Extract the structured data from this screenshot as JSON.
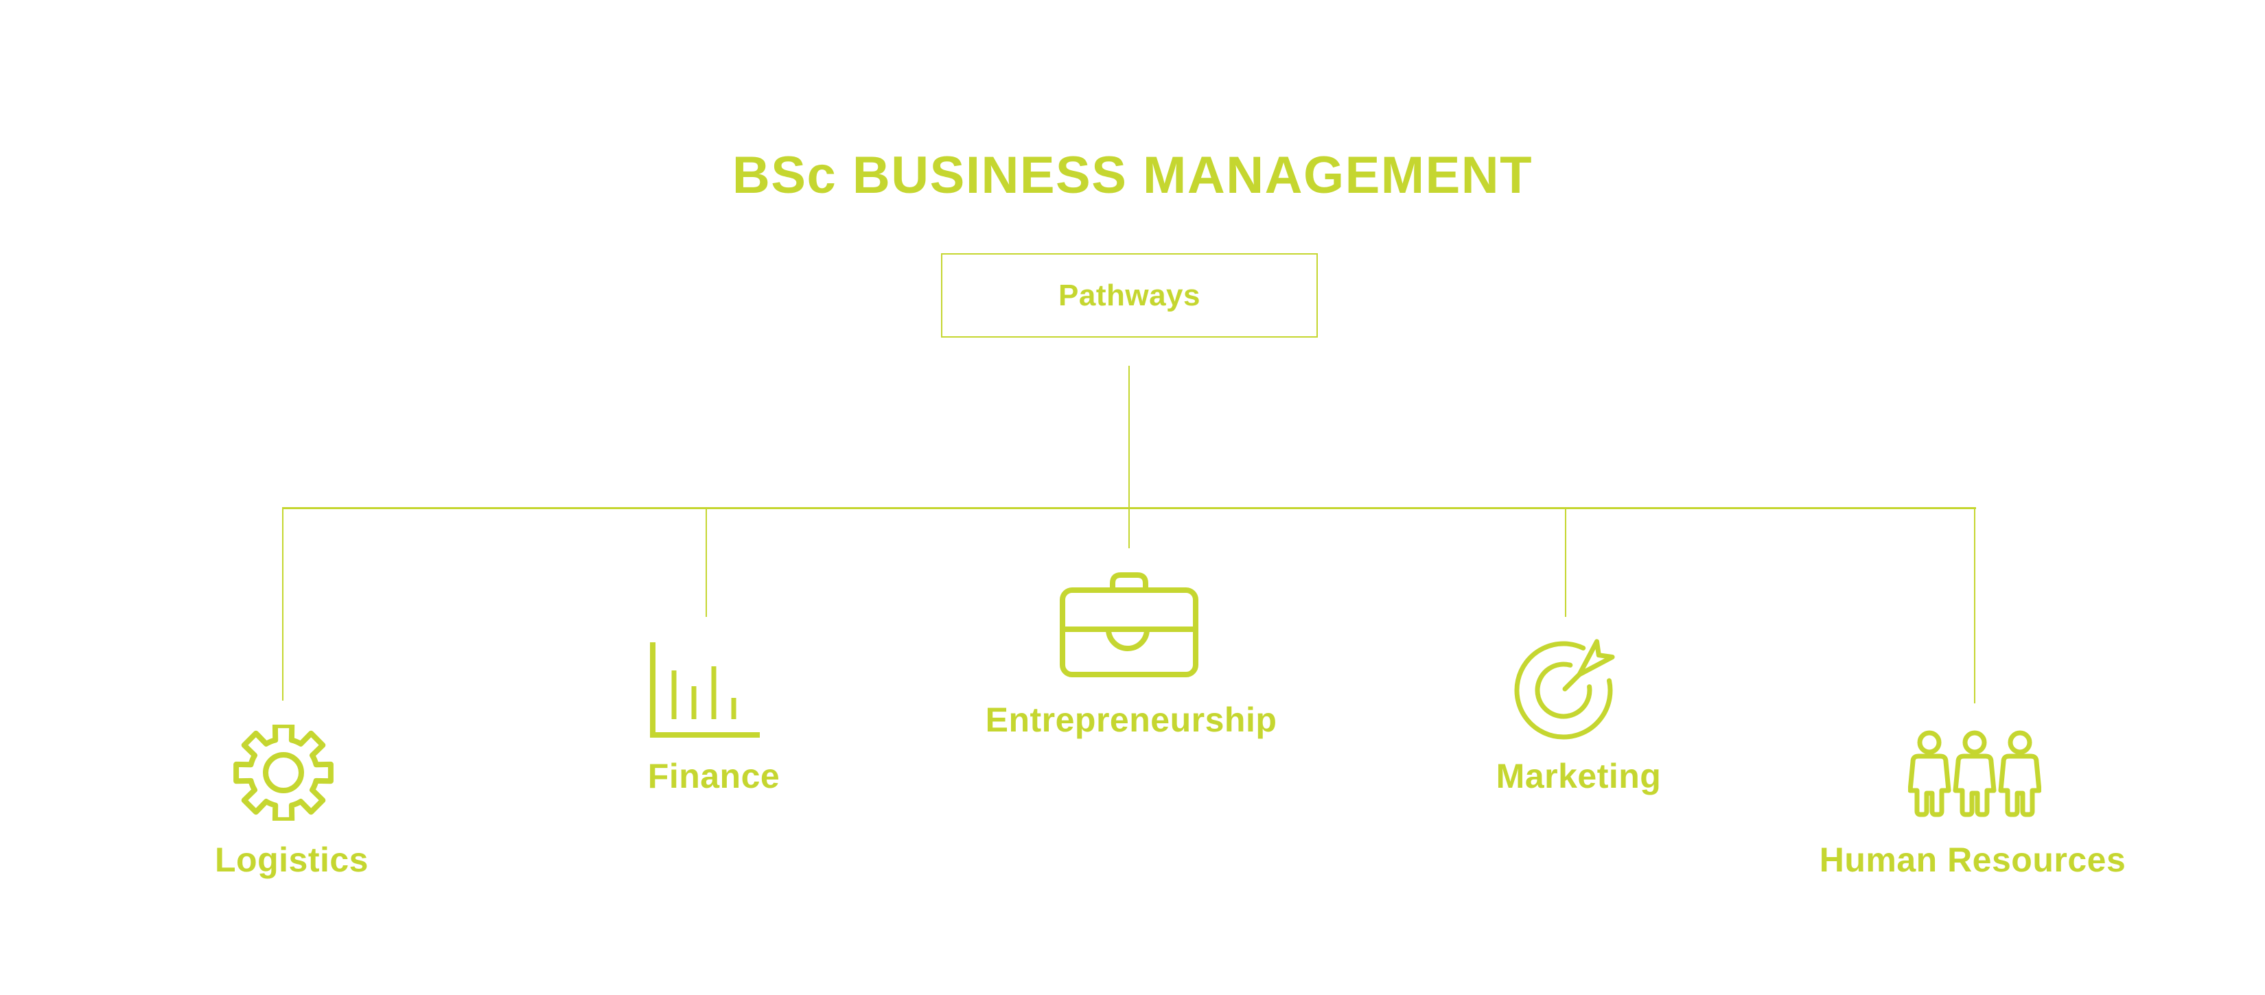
{
  "title": "BSc BUSINESS MANAGEMENT",
  "root": {
    "label": "Pathways"
  },
  "branches": [
    {
      "label": "Logistics",
      "icon": "gear-icon"
    },
    {
      "label": "Finance",
      "icon": "bar-chart-icon"
    },
    {
      "label": "Entrepreneurship",
      "icon": "briefcase-icon"
    },
    {
      "label": "Marketing",
      "icon": "target-arrow-icon"
    },
    {
      "label": "Human Resources",
      "icon": "people-icon"
    }
  ],
  "colors": {
    "accent": "#c5d630",
    "background": "#ffffff"
  }
}
